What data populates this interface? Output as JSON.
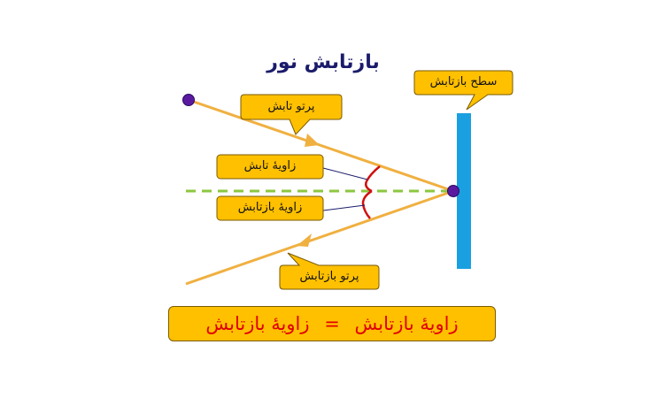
{
  "title": "بازتابش نور",
  "labels": {
    "reflecting_surface": "سطح بازتابش",
    "incident_ray": "پرتو تابش",
    "incidence_angle": "زاویهٔ تابش",
    "reflection_angle": "زاویهٔ بازتابش",
    "reflected_ray": "پرتو بازتابش"
  },
  "formula": {
    "left": "زاویهٔ بازتابش",
    "operator": "=",
    "right": "زاویهٔ بازتابش"
  },
  "colors": {
    "ray": "#f0b040",
    "mirror": "#1aa0e0",
    "normal": "#8cc63f",
    "angle_arc": "#d01010",
    "point": "#5a1aa0",
    "callout_fill": "#ffc000",
    "formula_text": "#e00000"
  }
}
